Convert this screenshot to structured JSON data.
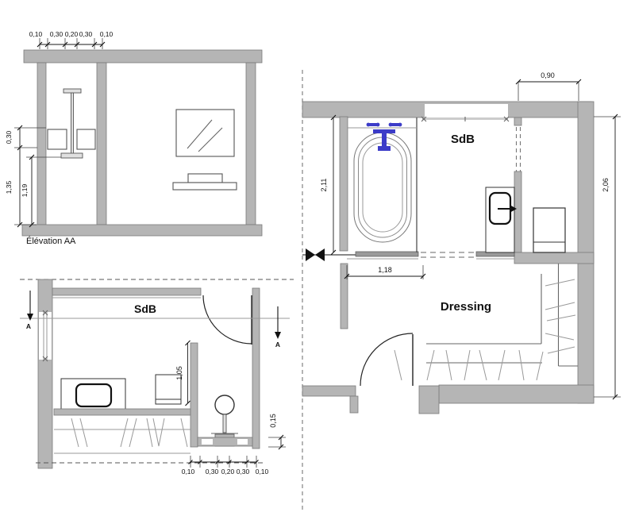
{
  "colors": {
    "wall_fill": "#b5b5b5",
    "line_dark": "#1a1a1a",
    "faucet_blue": "#3c3cc8",
    "background": "#ffffff"
  },
  "elevation": {
    "caption": "Élévation AA",
    "top_dims": [
      "0,10",
      "0,30",
      "0,20",
      "0,30",
      "0,10"
    ],
    "left_dims": {
      "upper": "0,30",
      "outer": "1,35",
      "inner": "1,19"
    }
  },
  "small_plan": {
    "room_label": "SdB",
    "section_marker": "A",
    "counter_dim": "1,05",
    "bottom_dims": [
      "0,10",
      "0,30",
      "0,20",
      "0,30",
      "0,10"
    ],
    "side_dim": "0,15"
  },
  "large_plan": {
    "bath_label": "SdB",
    "dressing_label": "Dressing",
    "dims": {
      "niche_width": "0,90",
      "bath_depth": "2,11",
      "room_height": "2,06",
      "opening_width": "1,18"
    }
  }
}
